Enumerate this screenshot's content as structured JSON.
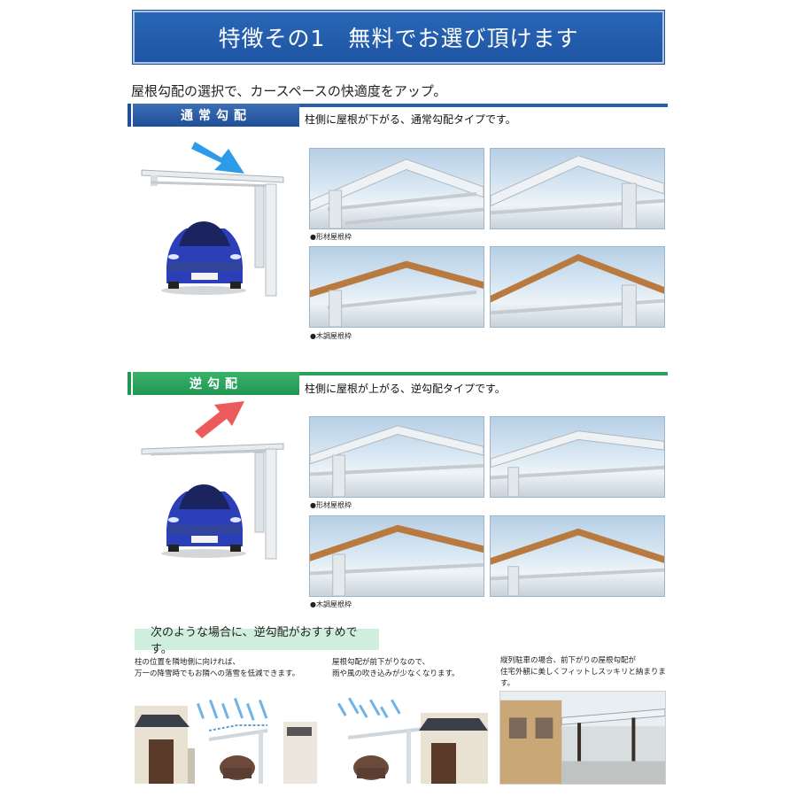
{
  "banner": {
    "title": "特徴その1　無料でお選び頂けます"
  },
  "lead": "屋根勾配の選択で、カースペースの快適度をアップ。",
  "normal_slope": {
    "label": "通常勾配",
    "description": "柱側に屋根が下がる、通常勾配タイプです。",
    "caption_frame": "●形材屋根枠",
    "caption_wood": "●木調屋根枠"
  },
  "reverse_slope": {
    "label": "逆勾配",
    "description": "柱側に屋根が上がる、逆勾配タイプです。",
    "caption_frame": "●形材屋根枠",
    "caption_wood": "●木調屋根枠"
  },
  "recommend": {
    "title": "次のような場合に、逆勾配がおすすめです。",
    "items": [
      {
        "line1": "柱の位置を隣地側に向ければ、",
        "line2": "万一の降雪時でもお隣への落雪を低減できます。"
      },
      {
        "line1": "屋根勾配が前下がりなので、",
        "line2": "雨や風の吹き込みが少なくなります。"
      },
      {
        "line1": "縦列駐車の場合、前下がりの屋根勾配が",
        "line2": "住宅外観に美しくフィットしスッキリと納まります。"
      }
    ]
  },
  "colors": {
    "banner_blue": "#1e55a4",
    "normal_accent": "#2a5ea8",
    "reverse_accent": "#26a35d",
    "car_blue": "#2b3fb8",
    "arrow_blue": "#2d9be8",
    "arrow_red": "#ec5b5b",
    "wood": "#b87a3e",
    "recommend_bg": "#cfeedd"
  }
}
